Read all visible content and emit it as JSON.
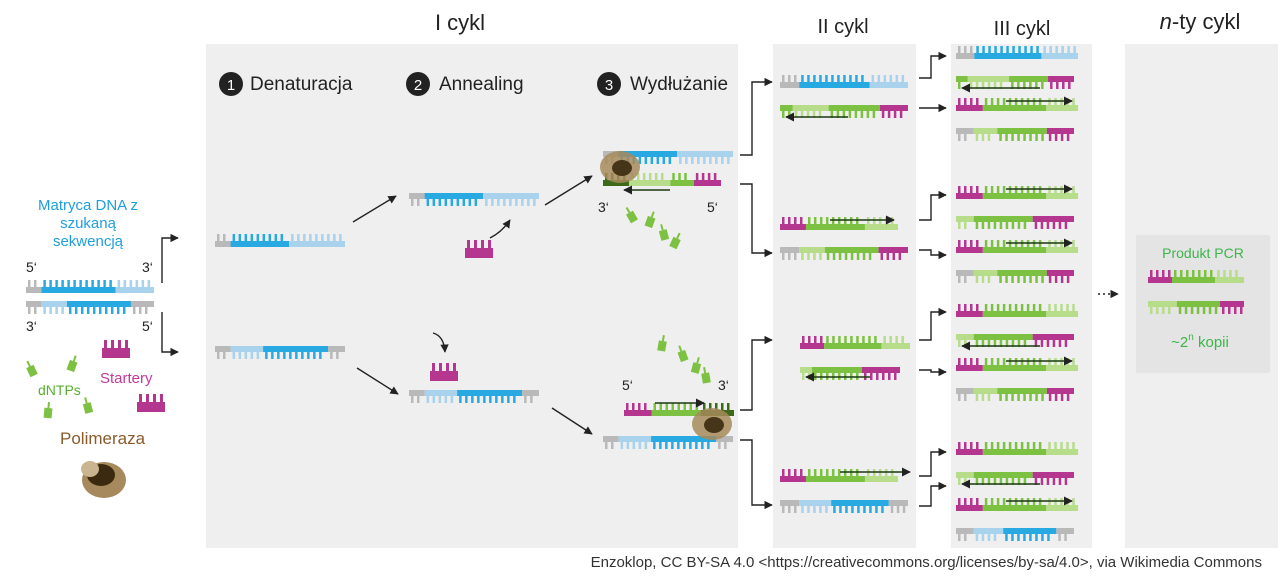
{
  "headers": {
    "cycle1": "I cykl",
    "cycle2": "II cykl",
    "cycle3": "III cykl",
    "cycleN_italic": "n",
    "cycleN_rest": "-ty cykl"
  },
  "steps": [
    {
      "number": "1",
      "label": "Denaturacja"
    },
    {
      "number": "2",
      "label": "Annealing"
    },
    {
      "number": "3",
      "label": "Wydłużanie"
    }
  ],
  "template": {
    "line1": "Matryca DNA z",
    "line2": "szukaną",
    "line3": "sekwencją",
    "end5": "5‘",
    "end3": "3‘"
  },
  "reagents": {
    "dntps": "dNTPs",
    "primers": "Startery",
    "polymerase": "Polimeraza"
  },
  "product": {
    "label": "Produkt PCR",
    "count_prefix": "~2",
    "count_exp": "n",
    "count_suffix": " kopii"
  },
  "attribution": "Enzoklop, CC BY-SA 4.0 <https://creativecommons.org/licenses/by-sa/4.0>, via Wikimedia Commons",
  "colors": {
    "blue": "#29a9e1",
    "light_blue": "#a9d2ec",
    "gray": "#b9b9b9",
    "dark_gray": "#808080",
    "green": "#7dc142",
    "light_green": "#b7dc8a",
    "magenta": "#b5368f",
    "polymerase_brown": "#a6895c",
    "panel_bg": "#efefef",
    "text_blue": "#1f9ee0",
    "text_green": "#56b030",
    "text_magenta": "#c2399a",
    "text_brown": "#8a5a2b",
    "text_product": "#3cb54a"
  }
}
